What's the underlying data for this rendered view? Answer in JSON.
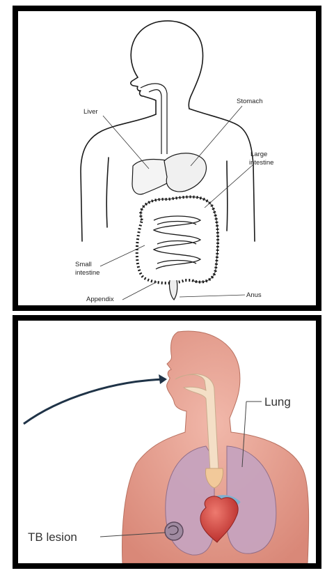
{
  "digestive_diagram": {
    "labels": {
      "liver": "Liver",
      "stomach": "Stomach",
      "large_intestine_line1": "Large",
      "large_intestine_line2": "intestine",
      "small_intestine_line1": "Small",
      "small_intestine_line2": "intestine",
      "appendix": "Appendix",
      "anus": "Anus"
    }
  },
  "respiratory_diagram": {
    "labels": {
      "lung": "Lung",
      "tb_lesion": "TB lesion"
    },
    "colors": {
      "skin": "#e49a8c",
      "lung": "#c7a3be",
      "trachea": "#f4dfc6",
      "heart": "#d8423c",
      "arrow": "#1f3347"
    }
  }
}
